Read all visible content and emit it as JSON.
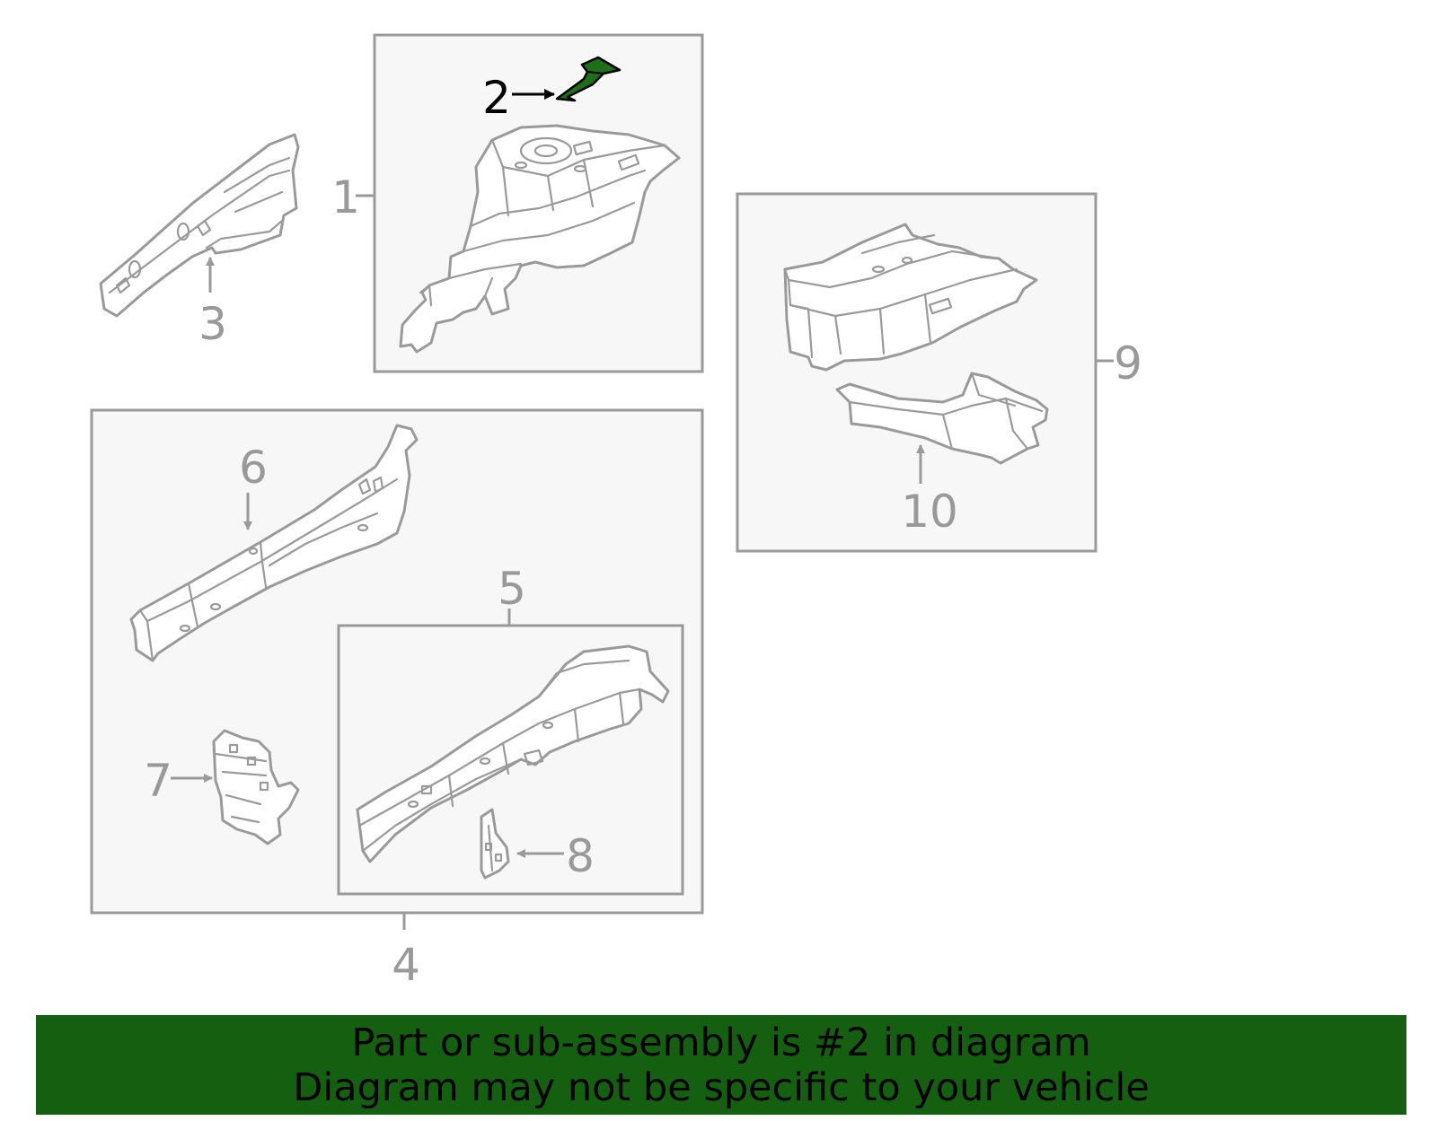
{
  "diagram": {
    "highlight_color": "#1f6e1a",
    "line_color": "#9a9a9a",
    "callouts": [
      {
        "id": "1",
        "label": "1"
      },
      {
        "id": "2",
        "label": "2",
        "highlighted": true
      },
      {
        "id": "3",
        "label": "3"
      },
      {
        "id": "4",
        "label": "4"
      },
      {
        "id": "5",
        "label": "5"
      },
      {
        "id": "6",
        "label": "6"
      },
      {
        "id": "7",
        "label": "7"
      },
      {
        "id": "8",
        "label": "8"
      },
      {
        "id": "9",
        "label": "9"
      },
      {
        "id": "10",
        "label": "10"
      }
    ]
  },
  "banner": {
    "background": "#156010",
    "line1": "Part or sub-assembly is #2 in diagram",
    "line2": "Diagram may not be specific to your vehicle"
  }
}
